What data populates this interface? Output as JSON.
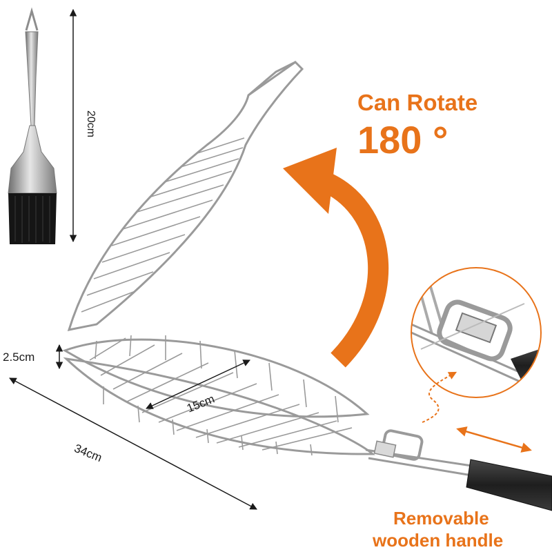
{
  "headline": {
    "line1": "Can Rotate",
    "line2": "180 °"
  },
  "dimensions": {
    "brush_length": "20cm",
    "basket_height": "2.5cm",
    "basket_length": "34cm",
    "basket_width": "15cm"
  },
  "feature": {
    "line1": "Removable",
    "line2": "wooden handle"
  },
  "colors": {
    "accent": "#e8731a",
    "metal": "#9a9a9a",
    "handle": "#2a2a2a",
    "brush_bristles": "#151515"
  }
}
